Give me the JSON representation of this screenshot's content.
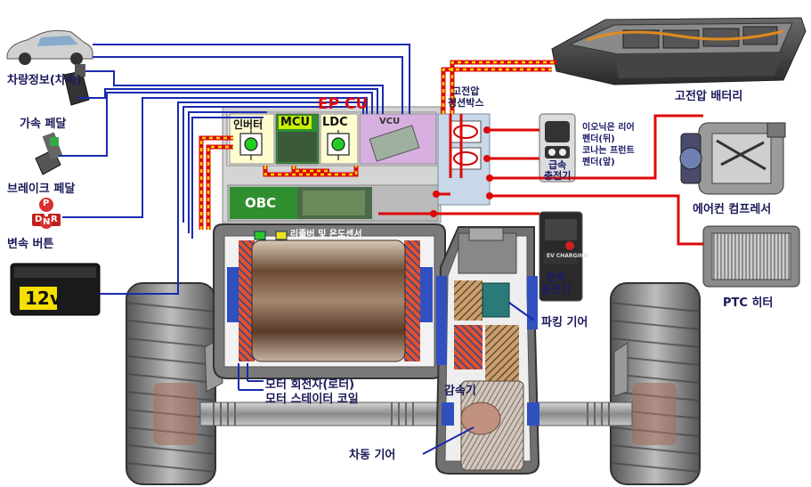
{
  "left_components": {
    "vehicle_info": "차량정보(차속)",
    "accel_pedal": "가속 페달",
    "brake_pedal": "브레이크 페달",
    "shift_button": "변속 버튼",
    "shift_letters": [
      "P",
      "D",
      "N",
      "R"
    ],
    "battery_12v": "12v"
  },
  "ep_cu": {
    "title": "EP CU",
    "inverter": "인버터",
    "mcu": "MCU",
    "ldc": "LDC",
    "vcu": "VCU",
    "obc": "OBC"
  },
  "junction_box": "고전압\n정션박스",
  "hv_battery": "고전압 배터리",
  "fast_charger": "급속\n충전기",
  "fast_charger_note": "이오닉은 리어\n펜더(뒤)\n코나는 프런트\n펜더(앞)",
  "ac_compressor": "에어컨 컴프레서",
  "slow_charger": "완속\n충전기",
  "slow_charger_brand": "EV CHARGING",
  "ptc_heater": "PTC 히터",
  "resolver": "리졸버 및 온도센서",
  "parking_gear": "파킹 기어",
  "reducer": "감속기",
  "rotor": "모터 회전자(로터)",
  "stator": "모터 스테이터 코일",
  "diff_gear": "차동 기어"
}
